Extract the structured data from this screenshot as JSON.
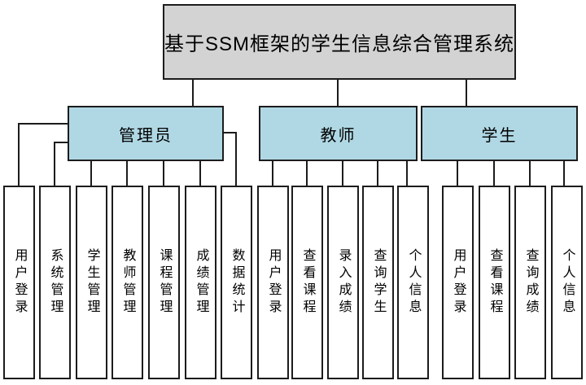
{
  "title": "基于SSM框架的学生信息综合管理系统",
  "colors": {
    "title_fill": "#d3d3d3",
    "role_fill": "#b0d8e4",
    "leaf_fill": "#ffffff",
    "line_color": "#1c1c1c"
  },
  "roles": [
    {
      "label": "管理员",
      "children": [
        "用户登录",
        "系统管理",
        "学生管理",
        "教师管理",
        "课程管理",
        "成绩管理",
        "数据统计"
      ]
    },
    {
      "label": "教师",
      "children": [
        "用户登录",
        "查看课程",
        "录入成绩",
        "查询学生",
        "个人信息"
      ]
    },
    {
      "label": "学生",
      "children": [
        "用户登录",
        "查看课程",
        "查询成绩",
        "个人信息"
      ]
    }
  ]
}
